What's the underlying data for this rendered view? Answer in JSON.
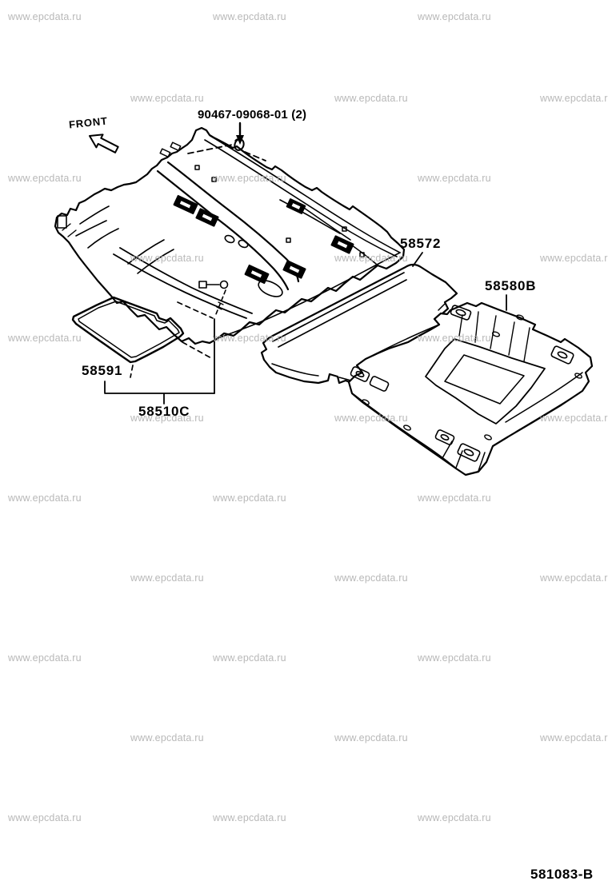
{
  "watermark": {
    "text": "www.epcdata.ru",
    "color": "#b1b1b1"
  },
  "diagram": {
    "front_label": "FRONT",
    "fastener_label": "90467-09068-01 (2)",
    "part_labels": {
      "silencer_pad": "58572",
      "luggage_tray": "58580B",
      "floor_mat": "58591",
      "floor_carpet": "58510C"
    },
    "drawing_number": "581083-B",
    "line_color": "#000000",
    "background": "#ffffff"
  }
}
